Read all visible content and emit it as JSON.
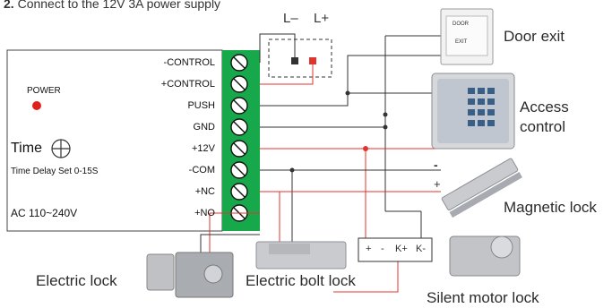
{
  "heading": {
    "number": "2.",
    "text": "Connect to the 12V 3A power supply"
  },
  "controller": {
    "power_label": "POWER",
    "time_label": "Time",
    "time_delay_label": "Time Delay Set 0-15S",
    "ac_label": "AC 110~240V",
    "terminals": [
      "-CONTROL",
      "+CONTROL",
      "PUSH",
      "GND",
      "+12V",
      "-COM",
      "+NC",
      "+NO"
    ]
  },
  "supply": {
    "minus": "L–",
    "plus": "L+"
  },
  "devices": {
    "door_exit": {
      "label": "Door exit",
      "button_top": "DOOR",
      "button_bottom": "EXIT"
    },
    "access_control": {
      "line1": "Access",
      "line2": "control"
    },
    "magnetic_lock": {
      "label": "Magnetic lock",
      "minus": "-",
      "plus": "+"
    },
    "electric_lock": {
      "label": "Electric lock"
    },
    "electric_bolt_lock": {
      "label": "Electric bolt lock"
    },
    "silent_motor_lock": {
      "label": "Silent motor lock"
    },
    "motor_terminals": [
      "+",
      "-",
      "K+",
      "K-"
    ]
  },
  "colors": {
    "wire_black": "#333333",
    "wire_red": "#e0342f",
    "terminal_green": "#18a84c"
  }
}
